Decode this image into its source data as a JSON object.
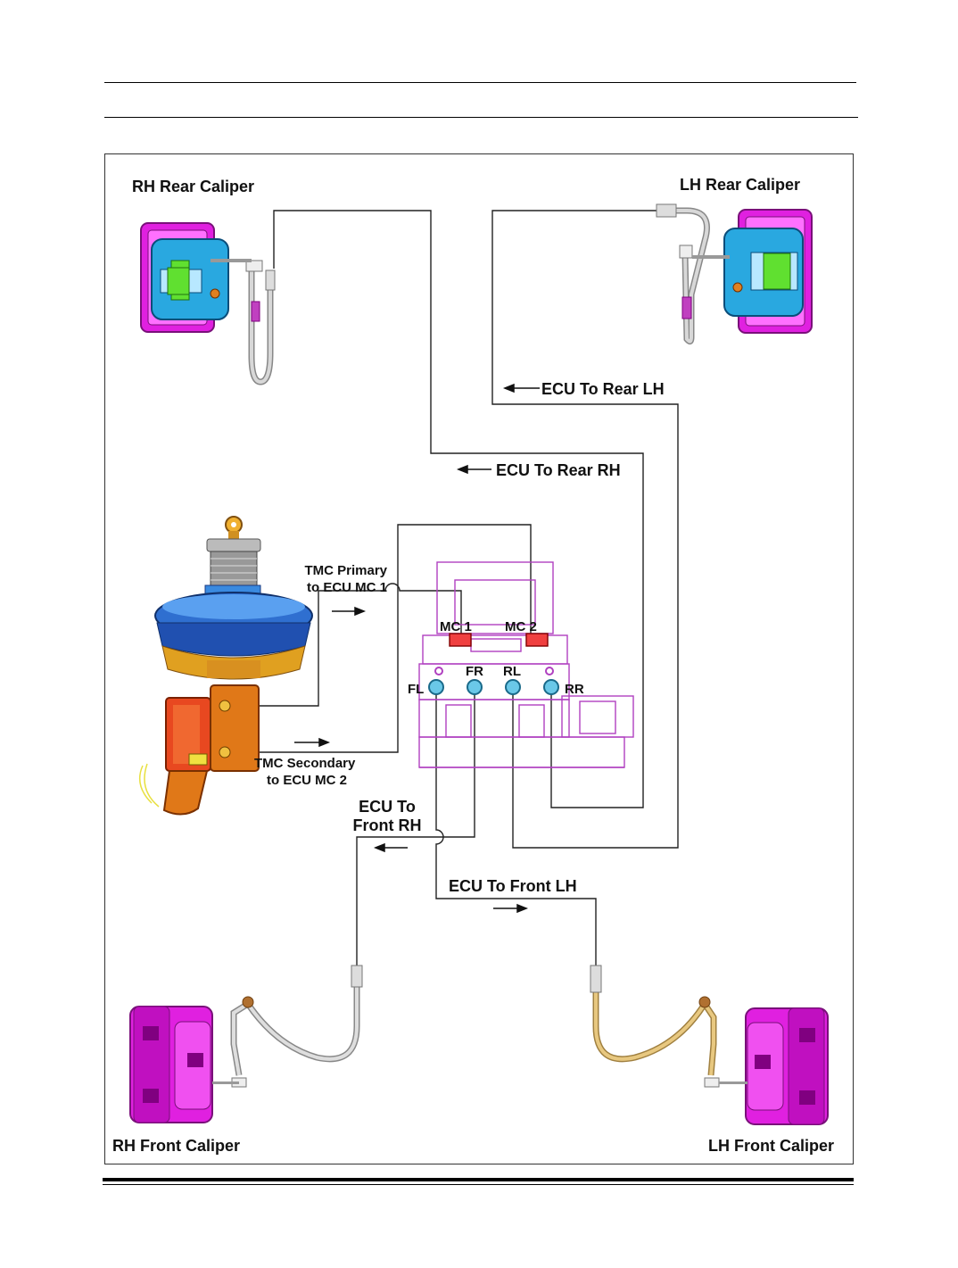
{
  "labels": {
    "rh_rear_caliper": "RH Rear Caliper",
    "lh_rear_caliper": "LH Rear Caliper",
    "rh_front_caliper": "RH Front Caliper",
    "lh_front_caliper": "LH Front Caliper",
    "ecu_to_rear_lh": "ECU To Rear LH",
    "ecu_to_rear_rh": "ECU To Rear RH",
    "tmc_primary_line1": "TMC Primary",
    "tmc_primary_line2": "to ECU MC 1",
    "tmc_secondary_line1": "TMC Secondary",
    "tmc_secondary_line2": "to ECU MC 2",
    "ecu_to_front_rh_line1": "ECU To",
    "ecu_to_front_rh_line2": "Front RH",
    "ecu_to_front_lh": "ECU To Front LH",
    "port_mc1": "MC 1",
    "port_mc2": "MC 2",
    "port_fl": "FL",
    "port_fr": "FR",
    "port_rl": "RL",
    "port_rr": "RR"
  },
  "colors": {
    "caliper_magenta": "#e020e0",
    "caliper_blue": "#29a8e0",
    "booster_blue": "#2f6fd0",
    "master_cylinder_orange": "#e07818",
    "ecu_outline": "#b040c0",
    "hose_grey": "#c8c8c8",
    "hose_gold": "#d8b060",
    "line_black": "#222222"
  }
}
